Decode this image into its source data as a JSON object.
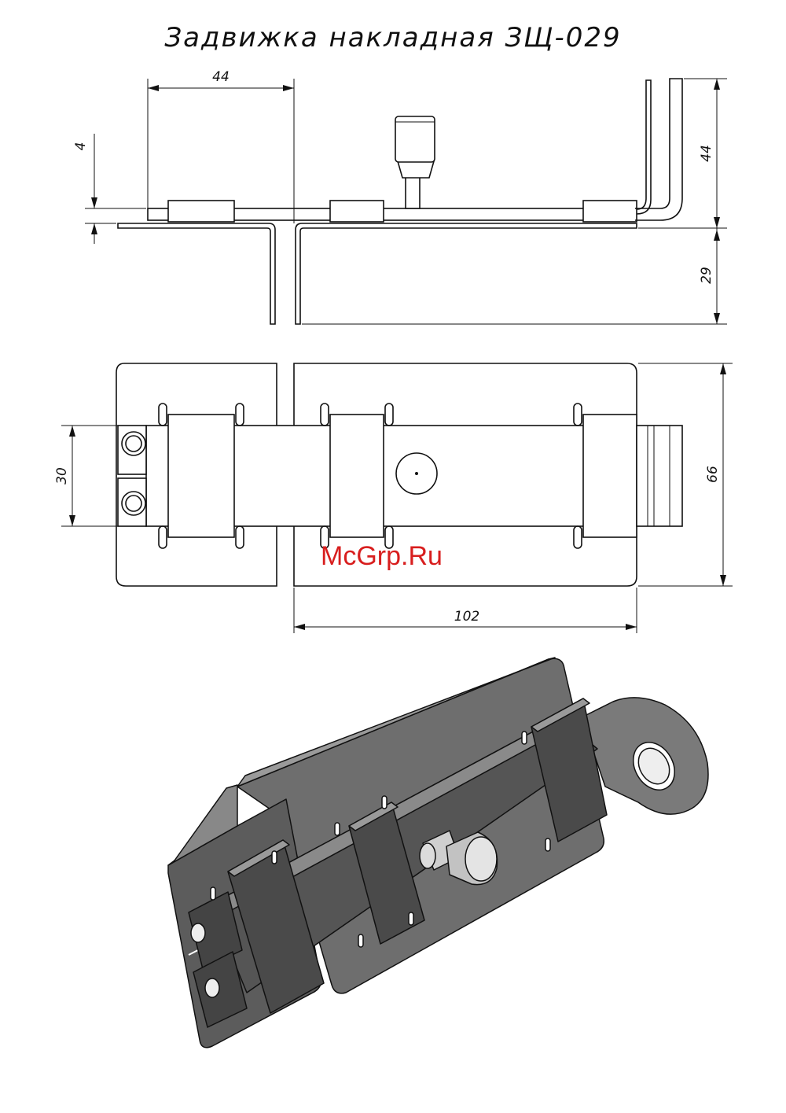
{
  "title": "Задвижка накладная ЗЩ-029",
  "watermark": "McGrp.Ru",
  "dimensions": {
    "side_top_width": "44",
    "side_thickness": "4",
    "side_pin_height": "44",
    "side_bottom_height": "29",
    "plan_height_left": "30",
    "plan_height_right": "66",
    "plan_width": "102"
  },
  "colors": {
    "line": "#111111",
    "watermark": "#d81e1e",
    "metal_dark": "#4a4a4a",
    "metal_mid": "#6b6b6b",
    "metal_light": "#9a9a9a"
  }
}
